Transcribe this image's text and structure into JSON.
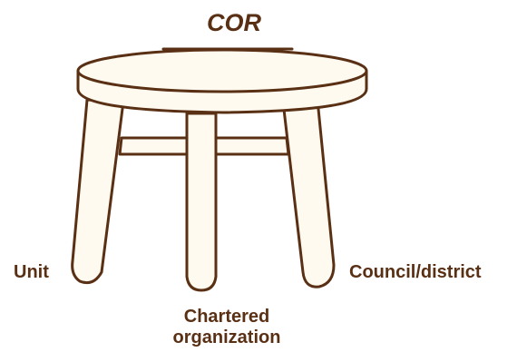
{
  "diagram": {
    "top_label": "COR",
    "left_leg_label": "Unit",
    "right_leg_label": "Council/district",
    "bottom_label_line1": "Chartered",
    "bottom_label_line2": "organization"
  },
  "colors": {
    "ink": "#5a3015",
    "stool_fill": "#fffaf0"
  }
}
